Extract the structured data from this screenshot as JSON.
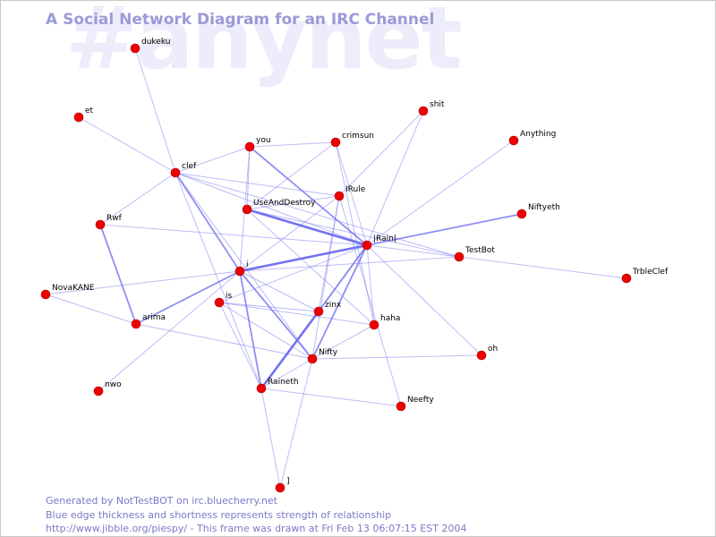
{
  "watermark": "#anynet",
  "title": "A Social Network Diagram for an IRC Channel",
  "colors": {
    "edge": "#6a6af0",
    "node": "#ee0000",
    "node_outline": "#aa0000",
    "text_accent": "#7a7ac8"
  },
  "nodes": [
    {
      "id": "dukeku",
      "label": "dukeku"
    },
    {
      "id": "et",
      "label": "et"
    },
    {
      "id": "you",
      "label": "you"
    },
    {
      "id": "crimsun",
      "label": "crimsun"
    },
    {
      "id": "shit",
      "label": "shit"
    },
    {
      "id": "anything",
      "label": "Anything"
    },
    {
      "id": "clef",
      "label": "clef"
    },
    {
      "id": "irule",
      "label": "IRule"
    },
    {
      "id": "useanddestroy",
      "label": "UseAndDestroy"
    },
    {
      "id": "niftyeth",
      "label": "Niftyeth"
    },
    {
      "id": "rwf",
      "label": "Rwf"
    },
    {
      "id": "rain",
      "label": "|Rain|"
    },
    {
      "id": "testbot",
      "label": "TestBot"
    },
    {
      "id": "trbleclef",
      "label": "TrbleClef"
    },
    {
      "id": "i",
      "label": "i"
    },
    {
      "id": "novakane",
      "label": "NovaKANE"
    },
    {
      "id": "is",
      "label": "is"
    },
    {
      "id": "zinx",
      "label": "zinx"
    },
    {
      "id": "arima",
      "label": "arima"
    },
    {
      "id": "haha",
      "label": "haha"
    },
    {
      "id": "oh",
      "label": "oh"
    },
    {
      "id": "nifty",
      "label": "Nifty"
    },
    {
      "id": "nwo",
      "label": "nwo"
    },
    {
      "id": "raineth",
      "label": "Raineth"
    },
    {
      "id": "neefty",
      "label": "Neefty"
    },
    {
      "id": "bracket",
      "label": "]"
    }
  ],
  "edges": [
    {
      "source": "dukeku",
      "target": "clef",
      "strength": 1
    },
    {
      "source": "et",
      "target": "clef",
      "strength": 1
    },
    {
      "source": "clef",
      "target": "you",
      "strength": 1
    },
    {
      "source": "clef",
      "target": "irule",
      "strength": 1
    },
    {
      "source": "clef",
      "target": "i",
      "strength": 2
    },
    {
      "source": "clef",
      "target": "rain",
      "strength": 1
    },
    {
      "source": "clef",
      "target": "raineth",
      "strength": 1
    },
    {
      "source": "clef",
      "target": "nifty",
      "strength": 1
    },
    {
      "source": "clef",
      "target": "testbot",
      "strength": 1
    },
    {
      "source": "clef",
      "target": "rwf",
      "strength": 1
    },
    {
      "source": "you",
      "target": "crimsun",
      "strength": 1
    },
    {
      "source": "you",
      "target": "useanddestroy",
      "strength": 1
    },
    {
      "source": "you",
      "target": "rain",
      "strength": 2
    },
    {
      "source": "you",
      "target": "i",
      "strength": 1
    },
    {
      "source": "crimsun",
      "target": "rain",
      "strength": 1
    },
    {
      "source": "crimsun",
      "target": "useanddestroy",
      "strength": 1
    },
    {
      "source": "crimsun",
      "target": "haha",
      "strength": 1
    },
    {
      "source": "shit",
      "target": "rain",
      "strength": 1
    },
    {
      "source": "shit",
      "target": "irule",
      "strength": 1
    },
    {
      "source": "anything",
      "target": "rain",
      "strength": 1
    },
    {
      "source": "irule",
      "target": "useanddestroy",
      "strength": 1
    },
    {
      "source": "irule",
      "target": "i",
      "strength": 1
    },
    {
      "source": "irule",
      "target": "nifty",
      "strength": 1
    },
    {
      "source": "irule",
      "target": "zinx",
      "strength": 1
    },
    {
      "source": "irule",
      "target": "neefty",
      "strength": 1
    },
    {
      "source": "useanddestroy",
      "target": "rain",
      "strength": 3
    },
    {
      "source": "useanddestroy",
      "target": "haha",
      "strength": 1
    },
    {
      "source": "useanddestroy",
      "target": "testbot",
      "strength": 1
    },
    {
      "source": "niftyeth",
      "target": "rain",
      "strength": 2
    },
    {
      "source": "rwf",
      "target": "arima",
      "strength": 2
    },
    {
      "source": "rwf",
      "target": "rain",
      "strength": 1
    },
    {
      "source": "rain",
      "target": "i",
      "strength": 3
    },
    {
      "source": "rain",
      "target": "testbot",
      "strength": 1
    },
    {
      "source": "rain",
      "target": "zinx",
      "strength": 2
    },
    {
      "source": "rain",
      "target": "nifty",
      "strength": 2
    },
    {
      "source": "rain",
      "target": "haha",
      "strength": 1
    },
    {
      "source": "rain",
      "target": "oh",
      "strength": 1
    },
    {
      "source": "rain",
      "target": "raineth",
      "strength": 1
    },
    {
      "source": "rain",
      "target": "is",
      "strength": 1
    },
    {
      "source": "testbot",
      "target": "trbleclef",
      "strength": 1
    },
    {
      "source": "testbot",
      "target": "i",
      "strength": 1
    },
    {
      "source": "i",
      "target": "novakane",
      "strength": 1
    },
    {
      "source": "i",
      "target": "arima",
      "strength": 2
    },
    {
      "source": "i",
      "target": "zinx",
      "strength": 1
    },
    {
      "source": "i",
      "target": "nifty",
      "strength": 2
    },
    {
      "source": "i",
      "target": "raineth",
      "strength": 2
    },
    {
      "source": "i",
      "target": "nwo",
      "strength": 1
    },
    {
      "source": "is",
      "target": "zinx",
      "strength": 1
    },
    {
      "source": "is",
      "target": "nifty",
      "strength": 1
    },
    {
      "source": "is",
      "target": "raineth",
      "strength": 1
    },
    {
      "source": "is",
      "target": "haha",
      "strength": 1
    },
    {
      "source": "zinx",
      "target": "raineth",
      "strength": 3
    },
    {
      "source": "novakane",
      "target": "arima",
      "strength": 1
    },
    {
      "source": "arima",
      "target": "nifty",
      "strength": 1
    },
    {
      "source": "nifty",
      "target": "oh",
      "strength": 1
    },
    {
      "source": "nifty",
      "target": "haha",
      "strength": 1
    },
    {
      "source": "nifty",
      "target": "raineth",
      "strength": 1
    },
    {
      "source": "nifty",
      "target": "bracket",
      "strength": 1
    },
    {
      "source": "raineth",
      "target": "neefty",
      "strength": 1
    },
    {
      "source": "raineth",
      "target": "bracket",
      "strength": 1
    }
  ],
  "footer": {
    "line1": "Generated by NotTestBOT on irc.bluecherry.net",
    "line2": "Blue edge thickness and shortness represents strength of relationship",
    "line3": "http://www.jibble.org/piespy/ - This frame was drawn at Fri Feb 13 06:07:15 EST 2004"
  }
}
